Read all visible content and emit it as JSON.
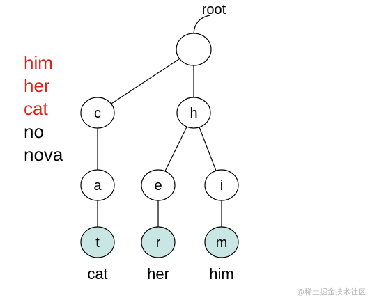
{
  "root_label": "root",
  "word_list": [
    {
      "text": "him",
      "color": "#e0201b"
    },
    {
      "text": "her",
      "color": "#e0201b"
    },
    {
      "text": "cat",
      "color": "#e0201b"
    },
    {
      "text": "no",
      "color": "#000000"
    },
    {
      "text": "nova",
      "color": "#000000"
    }
  ],
  "nodes": [
    {
      "id": "root",
      "label": "",
      "terminal": false
    },
    {
      "id": "c",
      "label": "c",
      "terminal": false
    },
    {
      "id": "h",
      "label": "h",
      "terminal": false
    },
    {
      "id": "a",
      "label": "a",
      "terminal": false
    },
    {
      "id": "e",
      "label": "e",
      "terminal": false
    },
    {
      "id": "i",
      "label": "i",
      "terminal": false
    },
    {
      "id": "t",
      "label": "t",
      "terminal": true
    },
    {
      "id": "r",
      "label": "r",
      "terminal": true
    },
    {
      "id": "m",
      "label": "m",
      "terminal": true
    }
  ],
  "edges": [
    [
      "root",
      "c"
    ],
    [
      "root",
      "h"
    ],
    [
      "c",
      "a"
    ],
    [
      "h",
      "e"
    ],
    [
      "h",
      "i"
    ],
    [
      "a",
      "t"
    ],
    [
      "e",
      "r"
    ],
    [
      "i",
      "m"
    ]
  ],
  "word_labels": [
    {
      "node": "t",
      "text": "cat"
    },
    {
      "node": "r",
      "text": "her"
    },
    {
      "node": "m",
      "text": "him"
    }
  ],
  "colors": {
    "node_fill": "#ffffff",
    "terminal_fill": "#c7e6e4",
    "stroke": "#000000",
    "highlight_word": "#e0201b"
  },
  "watermark": "@稀土掘金技术社区"
}
